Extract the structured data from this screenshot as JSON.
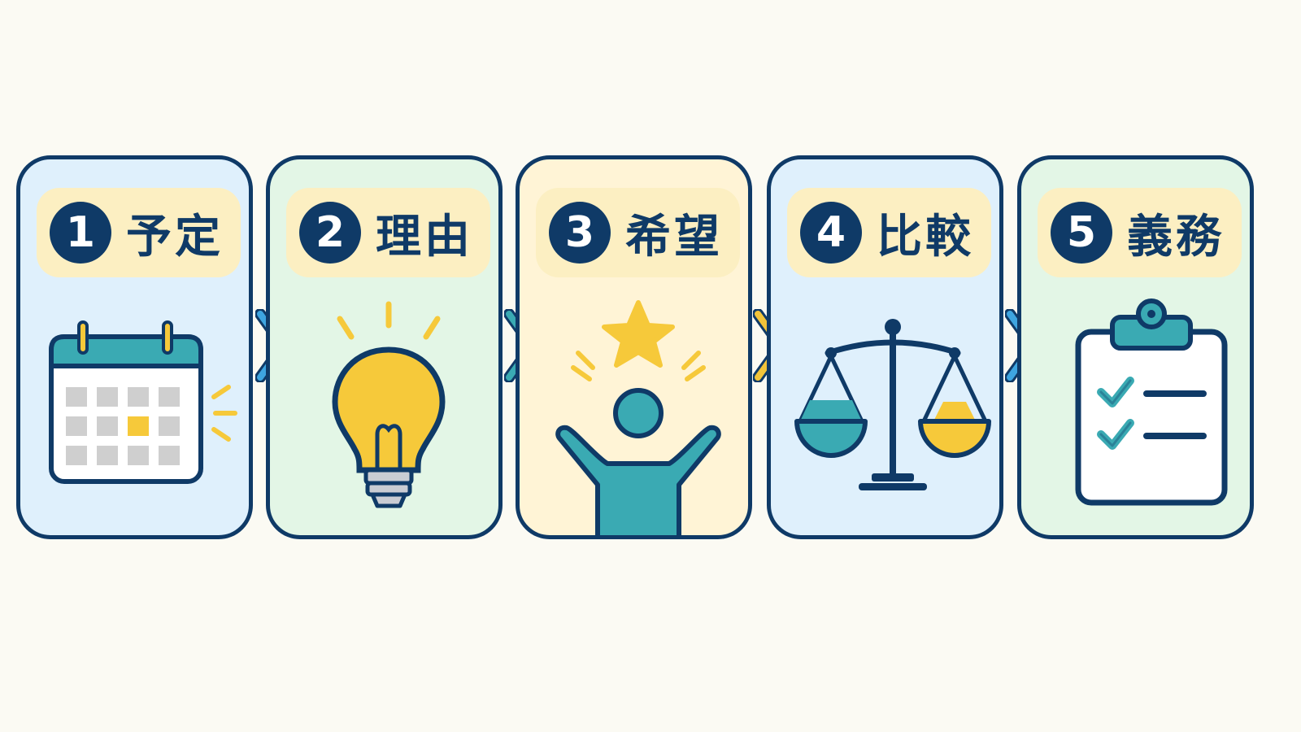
{
  "steps": [
    {
      "number": "1",
      "label": "予定",
      "icon": "calendar-icon",
      "color": "#dff0fc"
    },
    {
      "number": "2",
      "label": "理由",
      "icon": "lightbulb-icon",
      "color": "#e3f6e6"
    },
    {
      "number": "3",
      "label": "希望",
      "icon": "person-star-icon",
      "color": "#fff4d6"
    },
    {
      "number": "4",
      "label": "比較",
      "icon": "balance-scale-icon",
      "color": "#dff0fc"
    },
    {
      "number": "5",
      "label": "義務",
      "icon": "clipboard-checklist-icon",
      "color": "#e3f6e6"
    }
  ],
  "colors": {
    "navy": "#0f3a67",
    "teal": "#3aaab3",
    "yellow": "#f6c93a",
    "label_bg": "#fcefc2",
    "arrow_blue": "#3ea5e0",
    "arrow_yellow": "#f2c43a"
  }
}
